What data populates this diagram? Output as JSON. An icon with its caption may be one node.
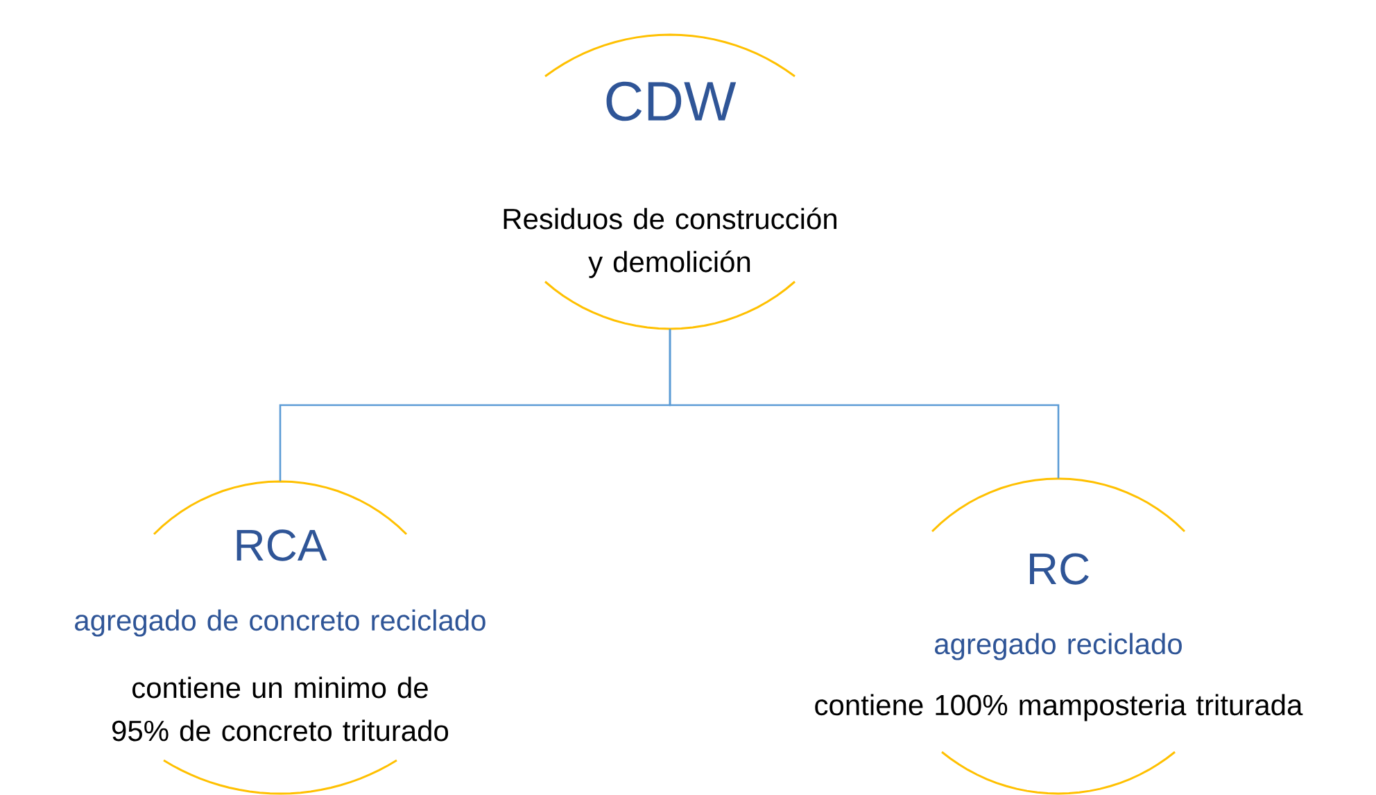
{
  "diagram": {
    "nodes": [
      {
        "text": [
          "CDW",
          "Residuos de construcción y demolición"
        ]
      },
      {
        "text": [
          "RCA",
          "agregado de concreto reciclado",
          "contiene un minimo de 95% de concreto triturado"
        ]
      },
      {
        "text": [
          "RC",
          "agregado reciclado",
          "contiene 100% mamposteria triturada"
        ]
      }
    ],
    "edges": [
      {
        "from": 0,
        "to": 1,
        "arrow": "none"
      },
      {
        "from": 0,
        "to": 2,
        "arrow": "none"
      }
    ]
  }
}
